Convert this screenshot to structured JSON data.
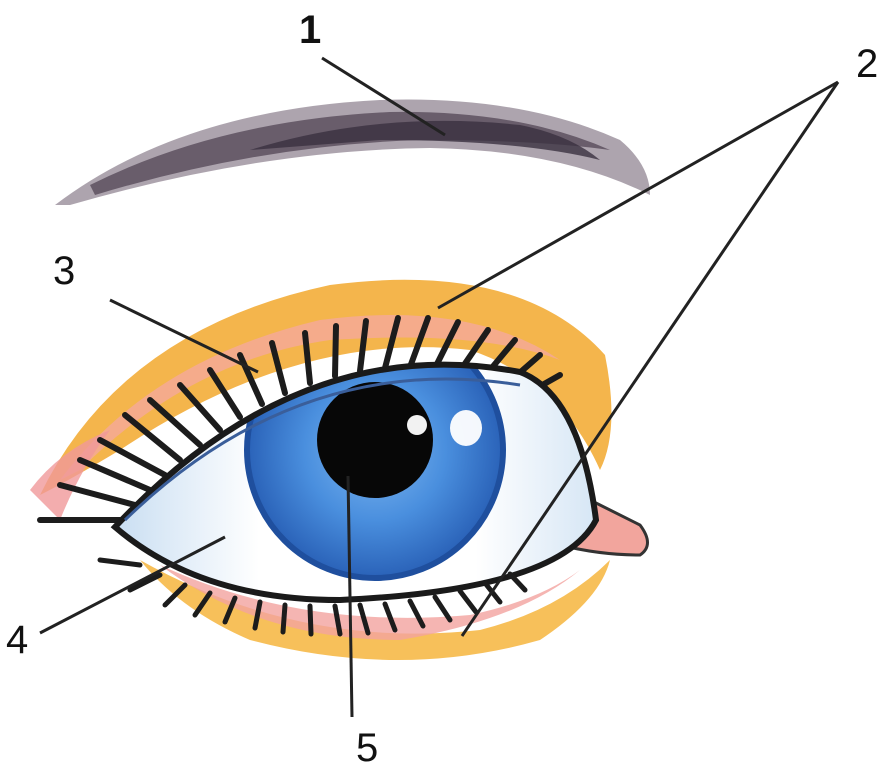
{
  "labels": {
    "l1": "1",
    "l2": "2",
    "l3": "3",
    "l4": "4",
    "l5": "5"
  },
  "colors": {
    "iris": "#3f86d9",
    "iris_dark": "#1f4f9e",
    "pupil": "#070707",
    "lid_orange": "#f3b24a",
    "lid_pink": "#f2a3a0",
    "brow": "#5b4d5c",
    "lashes": "#1c1c1c",
    "sclera_shade": "#bcd6ee",
    "leader_line": "#222222"
  }
}
